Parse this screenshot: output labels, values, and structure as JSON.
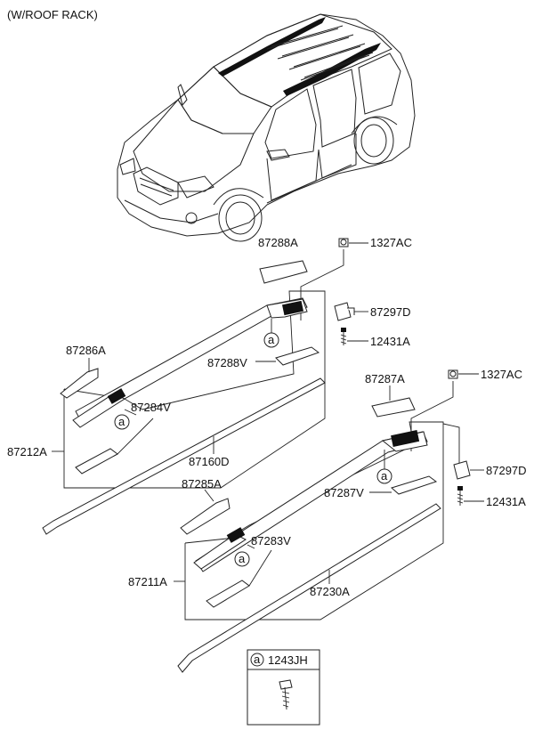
{
  "header": "(W/ROOF RACK)",
  "labels": {
    "p87288A": "87288A",
    "p1327AC_1": "1327AC",
    "p87297D_1": "87297D",
    "p12431A_1": "12431A",
    "p87286A": "87286A",
    "p87288V": "87288V",
    "p87284V": "87284V",
    "p87212A": "87212A",
    "p87160D": "87160D",
    "p87287A": "87287A",
    "p1327AC_2": "1327AC",
    "p87297D_2": "87297D",
    "p87287V": "87287V",
    "p12431A_2": "12431A",
    "p87285A": "87285A",
    "p87283V": "87283V",
    "p87211A": "87211A",
    "p87230A": "87230A"
  },
  "callout_marker": "a",
  "legend": {
    "marker": "a",
    "part": "1243JH"
  }
}
